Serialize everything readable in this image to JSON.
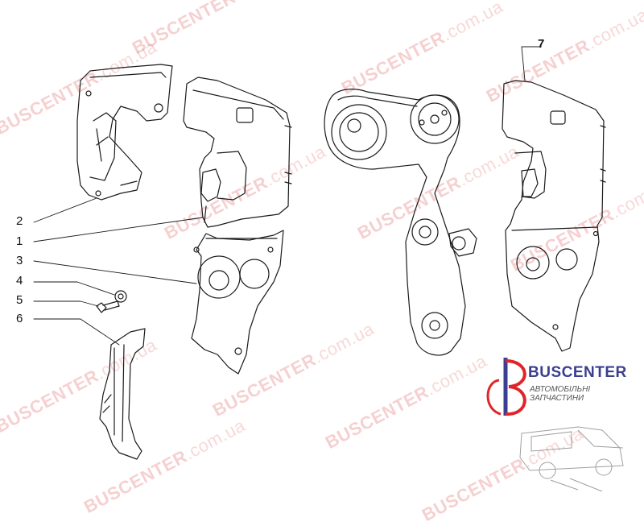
{
  "callouts": {
    "c1": "1",
    "c2": "2",
    "c3": "3",
    "c4": "4",
    "c5": "5",
    "c6": "6",
    "c7": "7"
  },
  "watermark": {
    "brand": "BUSCENTER",
    "domain": ".com.ua"
  },
  "logo": {
    "name": "BUSCENTER",
    "tagline": "АВТОМОБІЛЬНІ ЗАПЧАСТИНИ",
    "accent_color": "#e0252a",
    "text_color": "#3a3f8f"
  },
  "colors": {
    "line": "#1a1a1a",
    "watermark": "#d62828"
  }
}
